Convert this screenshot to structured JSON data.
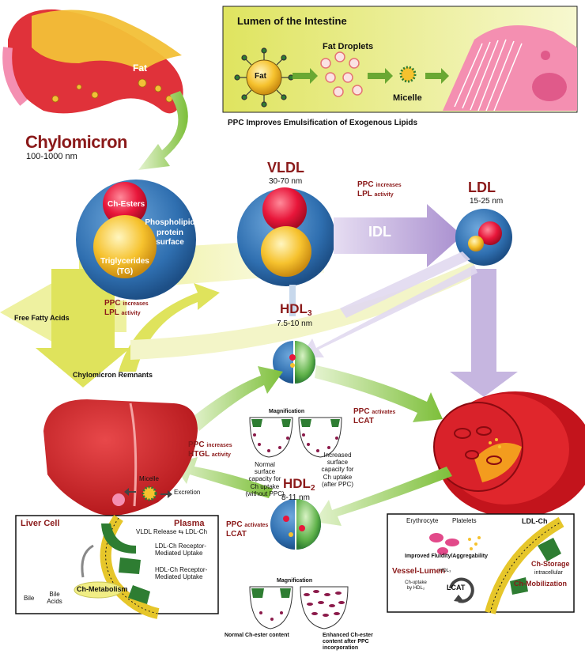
{
  "intestine": {
    "title": "Lumen of the Intestine",
    "fat": "Fat",
    "fat_droplets": "Fat Droplets",
    "micelle": "Micelle",
    "caption": "PPC Improves Emulsification of Exogenous Lipids"
  },
  "pancreas": {
    "fat": "Fat"
  },
  "chylomicron": {
    "title": "Chylomicron",
    "size": "100-1000 nm",
    "ch_esters": "Ch-Esters",
    "surface_line1": "Phospholipid",
    "surface_line2": "protein",
    "surface_line3": "surface",
    "tg_line1": "Triglycerides",
    "tg_line2": "(TG)"
  },
  "free_fatty_acids": "Free Fatty Acids",
  "ppc_lpl_left": {
    "ppc": "PPC",
    "increases": "increases",
    "lpl": "LPL",
    "activity": "activity"
  },
  "chylomicron_remnants": "Chylomicron Remnants",
  "vldl": {
    "title": "VLDL",
    "size": "30-70 nm"
  },
  "ppc_lpl_top": {
    "ppc": "PPC",
    "increases": "increases",
    "lpl": "LPL",
    "activity": "activity"
  },
  "idl": "IDL",
  "ldl": {
    "title": "LDL",
    "size": "15-25 nm"
  },
  "hdl3": {
    "title": "HDL",
    "sub": "3",
    "size": "7.5-10 nm"
  },
  "ppc_lcat_right": {
    "ppc": "PPC",
    "activates": "activates",
    "lcat": "LCAT"
  },
  "magnification_top": "Magnification",
  "normal_capacity": [
    "Normal",
    "surface",
    "capacity for",
    "Ch uptake",
    "(without PPC)"
  ],
  "increased_capacity": [
    "Increased",
    "surface",
    "capacity for",
    "Ch uptake",
    "(after PPC)"
  ],
  "ppc_htgl": {
    "ppc": "PPC",
    "increases": "increases",
    "htgl": "HTGL",
    "activity": "activity"
  },
  "liver_micelle": "Micelle",
  "excretion": "Excretion",
  "hdl2": {
    "title": "HDL",
    "sub": "2",
    "size": "8-11 nm"
  },
  "ppc_lcat_left": {
    "ppc": "PPC",
    "activates": "activates",
    "lcat": "LCAT"
  },
  "liver_cell_box": {
    "liver_cell": "Liver Cell",
    "plasma": "Plasma",
    "vldl_release": "VLDL Release",
    "ldl_ch": "LDL-Ch",
    "ldl_receptor": [
      "LDL-Ch Receptor-",
      "Mediated Uptake"
    ],
    "hdl_receptor": [
      "HDL-Ch Receptor-",
      "Mediated Uptake"
    ],
    "ch_metabolism": "Ch-Metabolism",
    "bile": "Bile",
    "bile_acids": [
      "Bile",
      "Acids"
    ]
  },
  "magnification_bottom": "Magnification",
  "normal_ch_ester": "Normal Ch-ester content",
  "enhanced_ch_ester": [
    "Enhanced Ch-ester",
    "content after PPC",
    "incorporation"
  ],
  "vessel_box": {
    "erythrocyte": "Erythrocyte",
    "platelets": "Platelets",
    "improved": "Improved Fluidity/Aggregability",
    "ldl_ch": "LDL-Ch",
    "vessel_lumen": "Vessel-Lumen",
    "hdl3_small": "HDL₃",
    "ch_uptake": [
      "Ch-uptake",
      "by HDL₂"
    ],
    "lcat": "LCAT",
    "ch_storage": "Ch-Storage",
    "intracellular": "intracellular",
    "ch_mobilization": "Ch-Mobilization"
  },
  "colors": {
    "dark_red": "#8b1a1a",
    "yellow_bg": "#e9ec7a",
    "lipoprotein_blue": "#2f6fb0",
    "green_arrow": "#8cc63f",
    "purple_arrow": "#b9a5d6"
  }
}
